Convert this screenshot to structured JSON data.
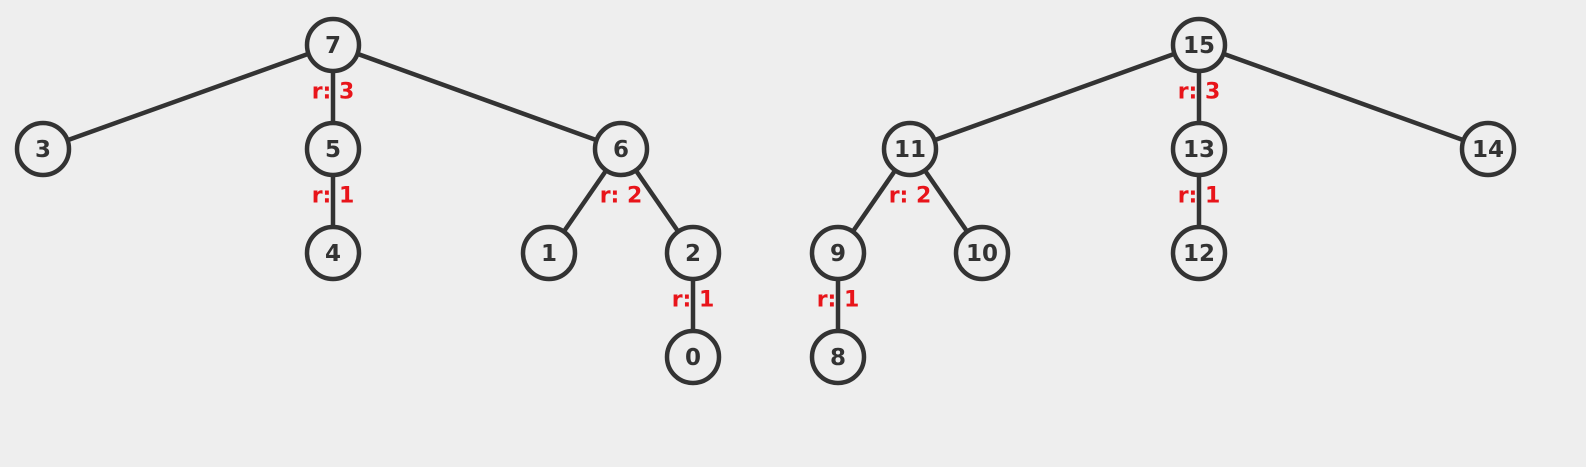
{
  "title": "",
  "colors": {
    "background": "#eeeeee",
    "node_stroke": "#333333",
    "rank_text": "#e8141a"
  },
  "trees": [
    {
      "root": "7",
      "nodes": [
        {
          "id": "7",
          "label": "7",
          "parent": null,
          "rank": "r: 3"
        },
        {
          "id": "3",
          "label": "3",
          "parent": "7",
          "rank": null
        },
        {
          "id": "5",
          "label": "5",
          "parent": "7",
          "rank": "r: 1"
        },
        {
          "id": "6",
          "label": "6",
          "parent": "7",
          "rank": "r: 2"
        },
        {
          "id": "4",
          "label": "4",
          "parent": "5",
          "rank": null
        },
        {
          "id": "1",
          "label": "1",
          "parent": "6",
          "rank": null
        },
        {
          "id": "2",
          "label": "2",
          "parent": "6",
          "rank": "r: 1"
        },
        {
          "id": "0",
          "label": "0",
          "parent": "2",
          "rank": null
        }
      ]
    },
    {
      "root": "15",
      "nodes": [
        {
          "id": "15",
          "label": "15",
          "parent": null,
          "rank": "r: 3"
        },
        {
          "id": "11",
          "label": "11",
          "parent": "15",
          "rank": "r: 2"
        },
        {
          "id": "13",
          "label": "13",
          "parent": "15",
          "rank": "r: 1"
        },
        {
          "id": "14",
          "label": "14",
          "parent": "15",
          "rank": null
        },
        {
          "id": "9",
          "label": "9",
          "parent": "11",
          "rank": "r: 1"
        },
        {
          "id": "10",
          "label": "10",
          "parent": "11",
          "rank": null
        },
        {
          "id": "12",
          "label": "12",
          "parent": "13",
          "rank": null
        },
        {
          "id": "8",
          "label": "8",
          "parent": "9",
          "rank": null
        }
      ]
    }
  ]
}
